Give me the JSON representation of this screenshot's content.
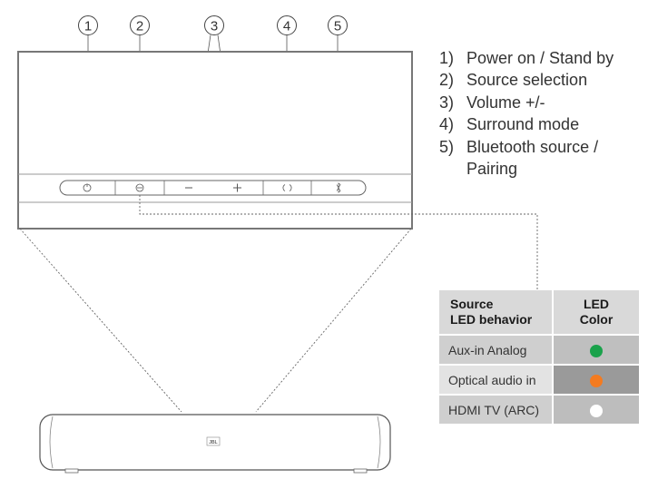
{
  "callouts": [
    "1",
    "2",
    "3",
    "4",
    "5"
  ],
  "legend": [
    {
      "num": "1)",
      "text": "Power on / Stand by"
    },
    {
      "num": "2)",
      "text": "Source selection"
    },
    {
      "num": "3)",
      "text": "Volume +/-"
    },
    {
      "num": "4)",
      "text": "Surround mode"
    },
    {
      "num": "5)",
      "text": "Bluetooth source /\nPairing"
    }
  ],
  "led_table": {
    "header_source": "Source\nLED behavior",
    "header_color": "LED\nColor",
    "rows": [
      {
        "source": "Aux-in Analog",
        "color": "#1aa24b"
      },
      {
        "source": "Optical audio in",
        "color": "#f47b20"
      },
      {
        "source": "HDMI TV (ARC)",
        "color": "#ffffff"
      }
    ]
  },
  "logo_text": "JBL",
  "icons": [
    "power-icon",
    "source-icon",
    "volume-down-icon",
    "volume-up-icon",
    "surround-icon",
    "bluetooth-icon"
  ]
}
